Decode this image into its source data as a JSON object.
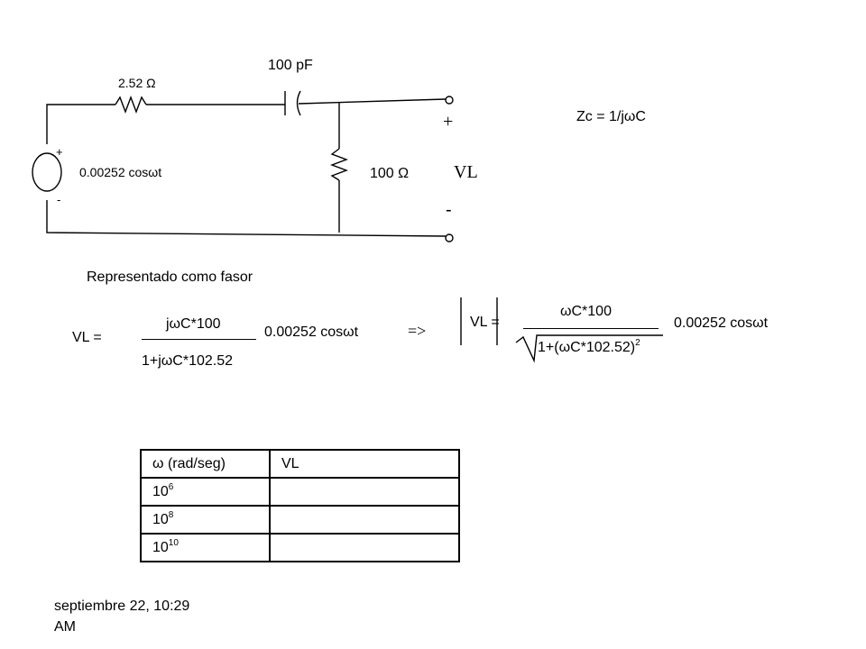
{
  "circuit": {
    "resistor1_label": "2.52 Ω",
    "capacitor_label": "100 pF",
    "resistor2_label": "100 Ω",
    "source_label": "0.00252 cosωt",
    "source_plus": "+",
    "source_minus": "-",
    "out_plus": "+",
    "out_label": "VL",
    "out_minus": "-"
  },
  "impedance_formula": "Zc = 1/jωC",
  "phasor_heading": "Representado como fasor",
  "equation1": {
    "lhs": "VL =",
    "numerator": "jωC*100",
    "denominator": "1+jωC*102.52",
    "factor": "0.00252 cosωt"
  },
  "arrow": "=>",
  "equation2": {
    "lhs": "VL =",
    "numerator": "ωC*100",
    "denominator_base": "1+(ωC*102.52)",
    "denominator_exp": "2",
    "factor": "0.00252 cosωt"
  },
  "table": {
    "headers": [
      "ω (rad/seg)",
      "VL"
    ],
    "rows": [
      {
        "base": "10",
        "exp": "6",
        "vl": ""
      },
      {
        "base": "10",
        "exp": "8",
        "vl": ""
      },
      {
        "base": "10",
        "exp": "10",
        "vl": ""
      }
    ]
  },
  "footer_date": [
    "septiembre 22, 10:29",
    "AM"
  ]
}
